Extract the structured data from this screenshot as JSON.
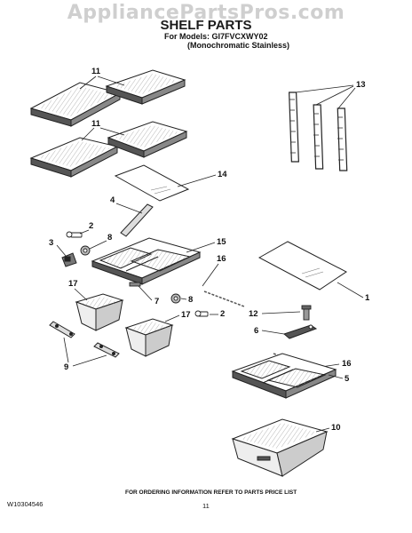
{
  "watermark": "AppliancePartsPros.com",
  "header": {
    "title": "SHELF PARTS",
    "model_line": "For Models: GI7FVCXWY02",
    "variant_line": "(Monochromatic Stainless)"
  },
  "callouts": [
    "11",
    "11",
    "13",
    "14",
    "4",
    "2",
    "3",
    "8",
    "15",
    "16",
    "17",
    "7",
    "8",
    "2",
    "1",
    "12",
    "6",
    "17",
    "9",
    "16",
    "5",
    "10"
  ],
  "footer": {
    "ordering_note": "FOR ORDERING INFORMATION REFER TO PARTS PRICE LIST",
    "doc_number": "W10304546",
    "page_number": "11"
  }
}
